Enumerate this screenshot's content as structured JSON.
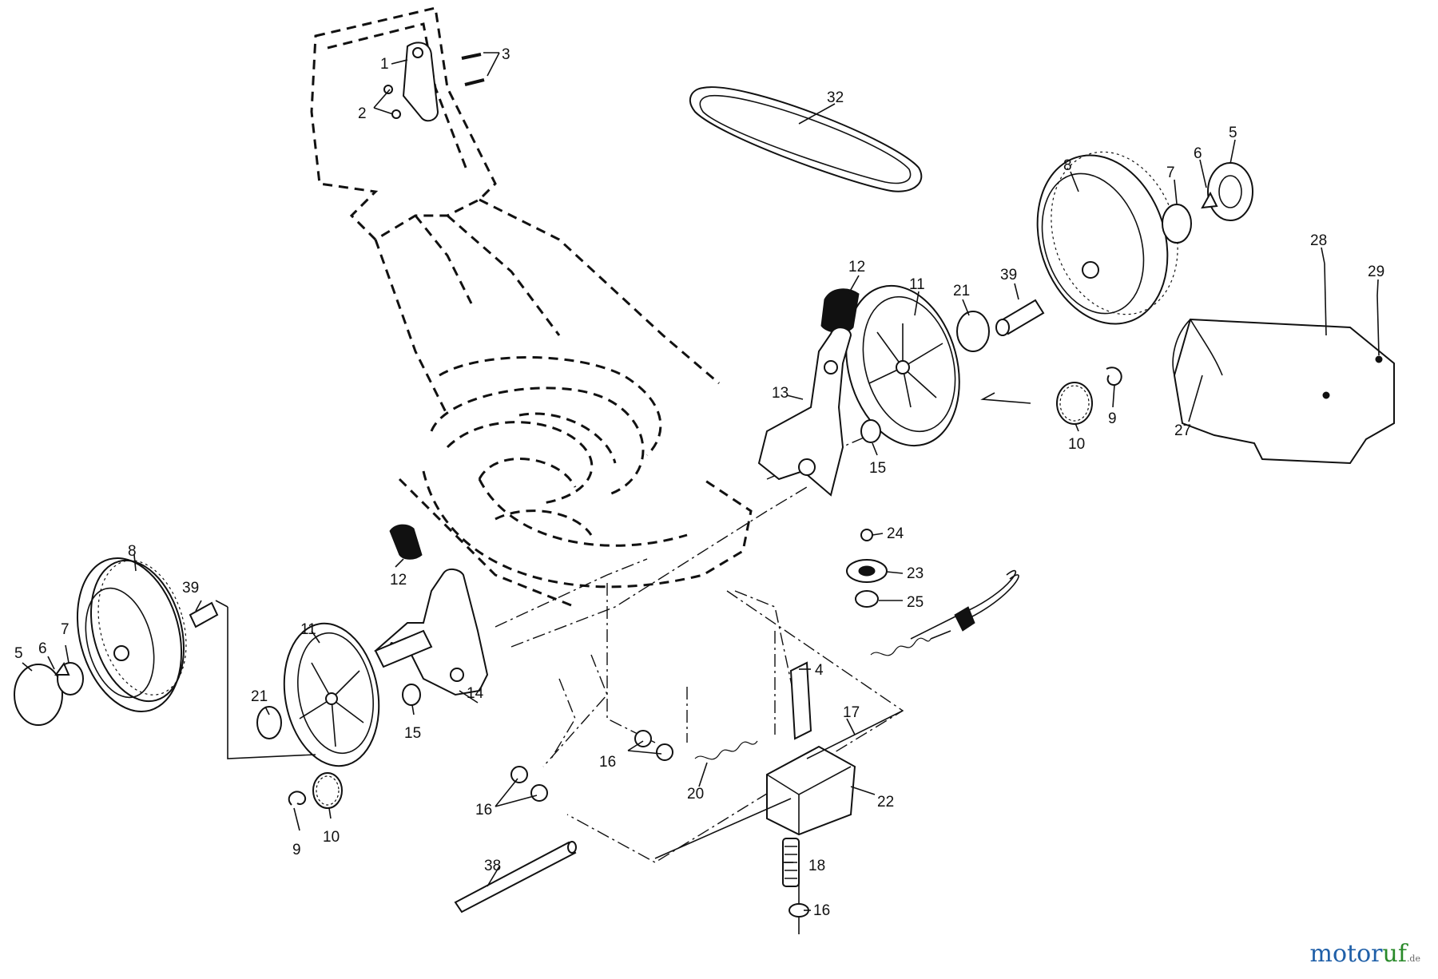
{
  "colors": {
    "ink": "#111111",
    "background": "#ffffff",
    "watermark_blue": "#1f5fa8",
    "watermark_green": "#2a8a2a"
  },
  "watermark": {
    "part1": "motor",
    "part2": "uf",
    "part3": ".de"
  },
  "callouts": [
    "1",
    "2",
    "3",
    "32",
    "8",
    "7",
    "6",
    "5",
    "28",
    "29",
    "12",
    "11",
    "21",
    "39",
    "13",
    "15",
    "10",
    "9",
    "27",
    "24",
    "23",
    "25",
    "4",
    "17",
    "22",
    "20",
    "16",
    "18",
    "16",
    "8",
    "39",
    "5",
    "6",
    "7",
    "11",
    "12",
    "14",
    "21",
    "15",
    "9",
    "10",
    "16",
    "38"
  ]
}
